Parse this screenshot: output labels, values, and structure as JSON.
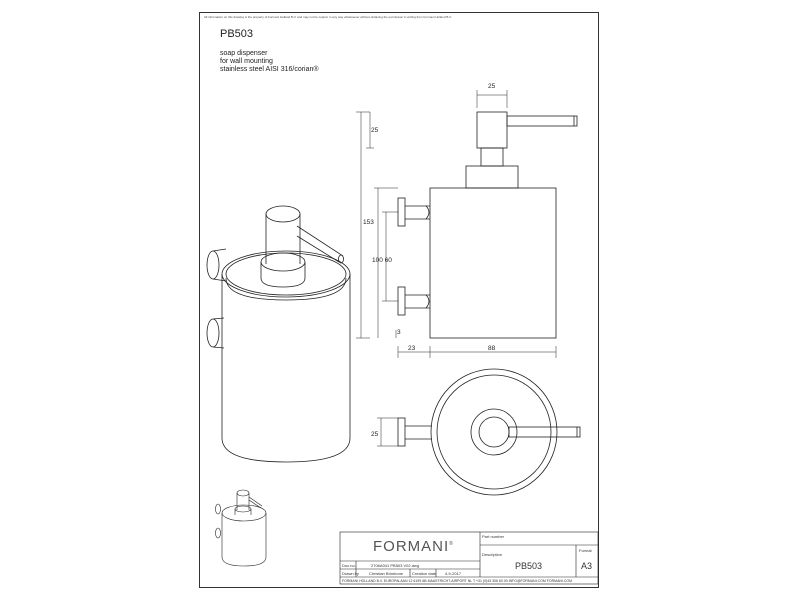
{
  "notice": "All information on this drawing is the property of Formani Holland B.V. and may not be copied, in any way whatsoever without obtaining the permission in writing from Formani Holland B.V.",
  "product": {
    "code": "PB503",
    "description_lines": [
      "soap dispenser",
      "for wall mounting",
      "stainless steel AISI 316/corian®"
    ]
  },
  "dimensions": {
    "top_pump_width": "25",
    "height_pump": "25",
    "height_total": "153",
    "mount_spacing": "100 60",
    "bottom_gap": "3",
    "depth_wall": "23",
    "body_width": "88",
    "plan_offset": "25"
  },
  "title_block": {
    "brand": "FORMANI",
    "brand_mark": "®",
    "part_number_label": "Part number",
    "part_number": "",
    "description_label": "Description",
    "description": "PB503",
    "format_label": "Format",
    "format": "A3",
    "doc_no_label": "Doc.no.",
    "doc_no": "2706A041 PB503 V02.dwg",
    "drawn_by_label": "Drawn by",
    "drawn_by": "Christian Brimbone",
    "creation_date_label": "Creation date",
    "creation_date": "4-9-2017",
    "footer": "FORMANI HOLLAND B.V.   EUROPALAAN 12  6199 AB MAASTRICHT-AIRPORT NL  T +31 (0)43 306 60 00 INFO@FORMANI.COM FORMANI.COM"
  }
}
